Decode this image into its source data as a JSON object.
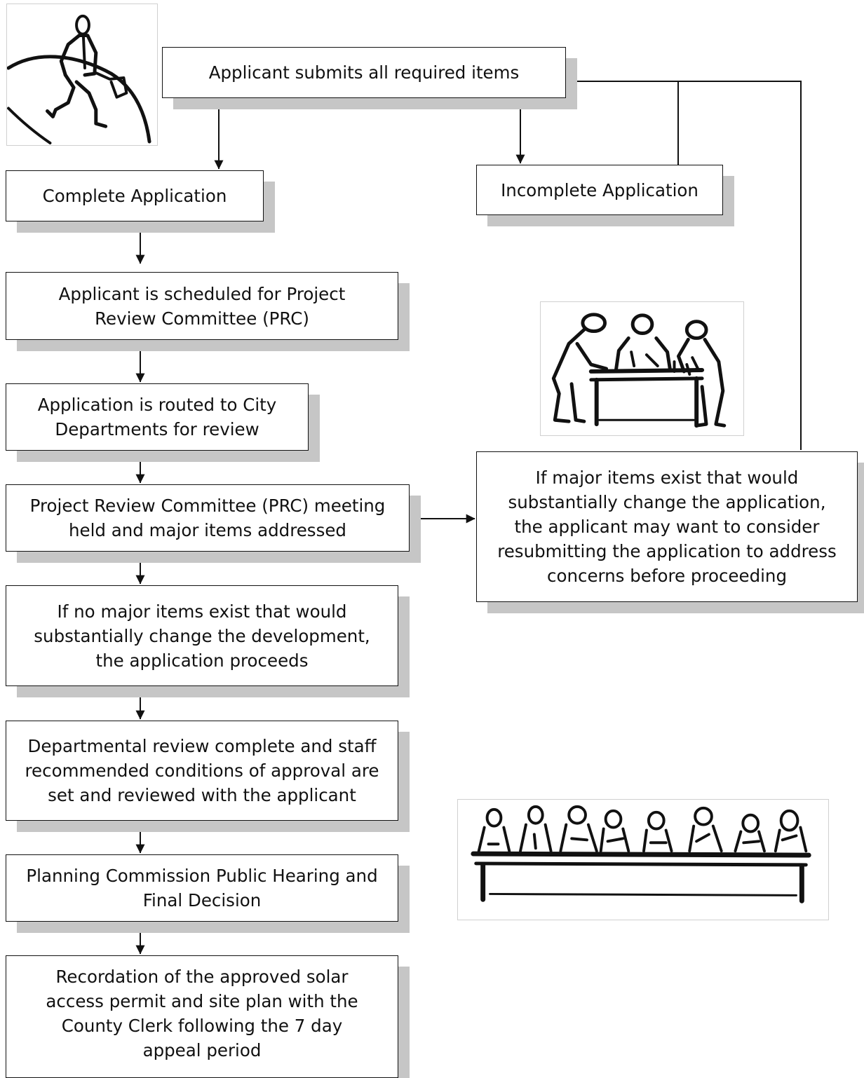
{
  "flowchart": {
    "submit": "Applicant submits all required items",
    "complete": "Complete Application",
    "incomplete": "Incomplete Application",
    "scheduled": "Applicant is scheduled for Project Review Committee (PRC)",
    "routed": "Application is routed to City Departments for review",
    "prc_meeting": "Project Review Committee (PRC) meeting held and major items addressed",
    "resubmit": "If major items exist that would substantially change the application, the applicant may want to consider resubmitting the application to address concerns before proceeding",
    "proceeds": "If no major items exist that would substantially change the development, the application proceeds",
    "dept_review": "Departmental review complete and staff recommended conditions of approval are set and reviewed with the applicant",
    "hearing": "Planning Commission Public Hearing and Final Decision",
    "recordation": "Recordation of the approved solar access permit and site plan with the County Clerk following the 7 day appeal period"
  },
  "illustrations": [
    "person-walking-on-globe-icon",
    "three-people-at-table-icon",
    "commission-panel-icon"
  ],
  "colors": {
    "line": "#111111",
    "shadow": "#c6c6c6",
    "background": "#ffffff"
  }
}
